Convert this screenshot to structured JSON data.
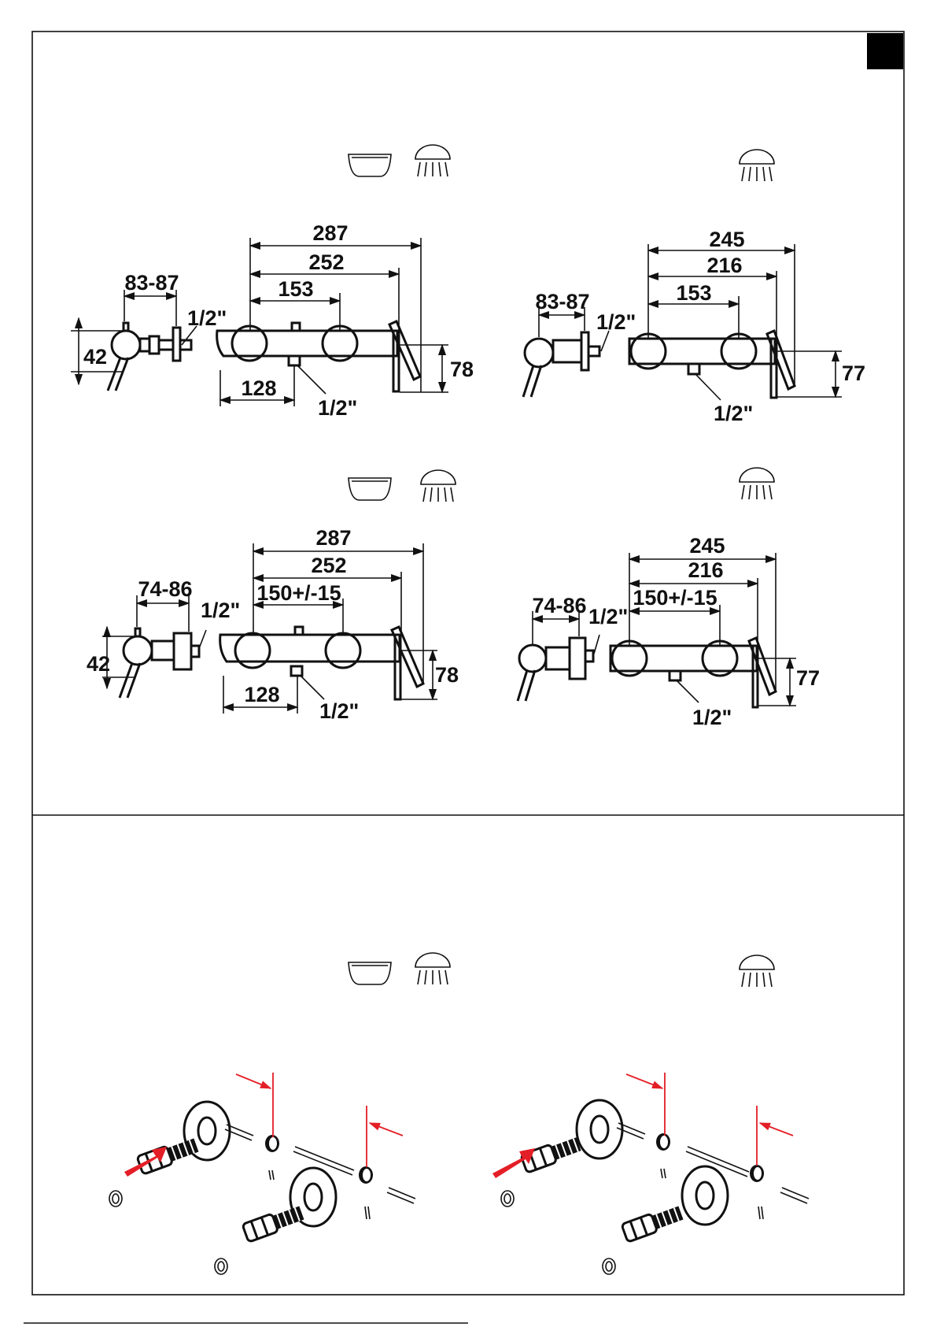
{
  "colors": {
    "line": "#111111",
    "accent": "#e41e26",
    "tab": "#000000"
  },
  "icons": {
    "bath": "bathtub-icon",
    "shower": "shower-head-icon"
  },
  "panels": [
    {
      "id": "bath-a",
      "labels": {
        "total": "287",
        "body": "252",
        "centers": "153",
        "offset": "128",
        "connector": "83-87",
        "inlet": "1/2\"",
        "outlet": "1/2\"",
        "height": "78",
        "side": "42"
      }
    },
    {
      "id": "shower-a",
      "labels": {
        "total": "245",
        "body": "216",
        "centers": "153",
        "connector": "83-87",
        "inlet": "1/2\"",
        "outlet": "1/2\"",
        "height": "77"
      }
    },
    {
      "id": "bath-b",
      "labels": {
        "total": "287",
        "body": "252",
        "centers": "150+/-15",
        "offset": "128",
        "connector": "74-86",
        "inlet": "1/2\"",
        "outlet": "1/2\"",
        "height": "78",
        "side": "42"
      }
    },
    {
      "id": "shower-b",
      "labels": {
        "total": "245",
        "body": "216",
        "centers": "150+/-15",
        "connector": "74-86",
        "inlet": "1/2\"",
        "outlet": "1/2\"",
        "height": "77"
      }
    }
  ]
}
